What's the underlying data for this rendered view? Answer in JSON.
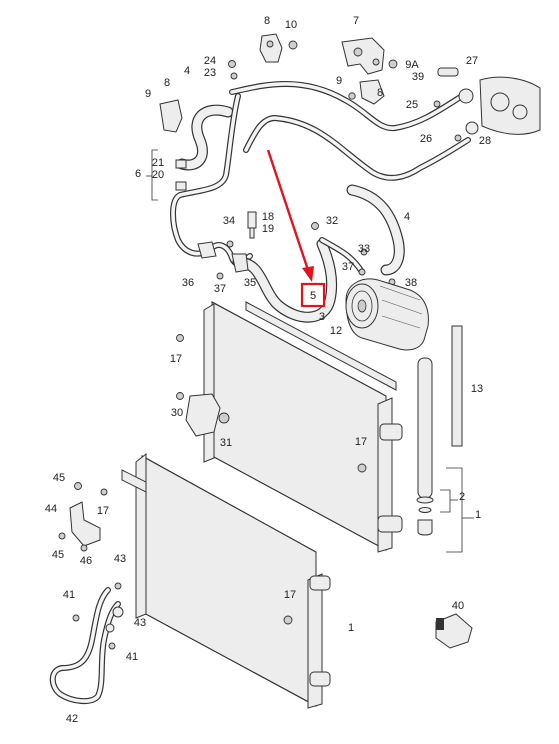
{
  "diagram": {
    "callouts": [
      "1",
      "2",
      "3",
      "4",
      "5",
      "6",
      "7",
      "8",
      "9",
      "9A",
      "10",
      "12",
      "13",
      "17",
      "18",
      "19",
      "20",
      "21",
      "23",
      "24",
      "25",
      "26",
      "27",
      "28",
      "30",
      "31",
      "32",
      "33",
      "34",
      "35",
      "36",
      "37",
      "38",
      "39",
      "40",
      "41",
      "42",
      "43",
      "44",
      "45",
      "46"
    ],
    "highlight_label": "5",
    "highlight_color": "#e0141c"
  }
}
